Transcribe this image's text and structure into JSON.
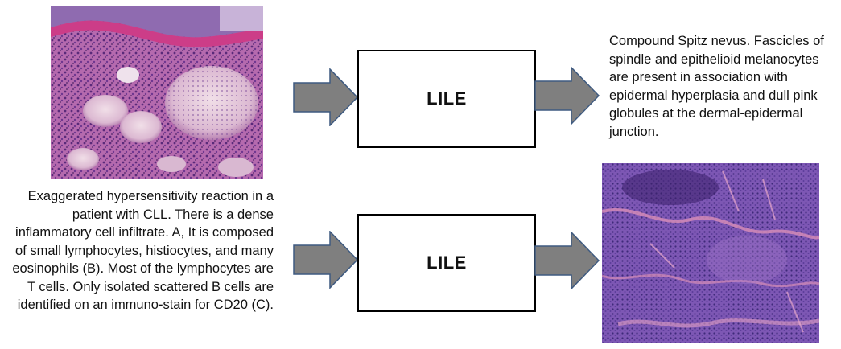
{
  "flows": [
    {
      "box_label": "LILE",
      "caption": "Compound Spitz nevus. Fascicles of spindle and epithelioid melanocytes are present in association with epidermal hyperplasia and dull pink globules at the dermal-epidermal junction.",
      "input_image": "histology-skin-spitz-nevus"
    },
    {
      "box_label": "LILE",
      "caption": "Exaggerated hypersensitivity reaction in a patient with CLL. There is a dense inflammatory cell infiltrate. A, It is composed of small lymphocytes, histiocytes, and many eosinophils (B). Most of the lymphocytes are T cells. Only isolated scattered B cells are identified on an immuno-stain for CD20 (C).",
      "output_image": "histology-dense-infiltrate"
    }
  ],
  "colors": {
    "arrow_fill": "#7f7f7f",
    "arrow_stroke": "#3e5a80",
    "box_border": "#000000",
    "stain_pink": "#c77bb5",
    "stain_purple": "#6a3f9e"
  }
}
